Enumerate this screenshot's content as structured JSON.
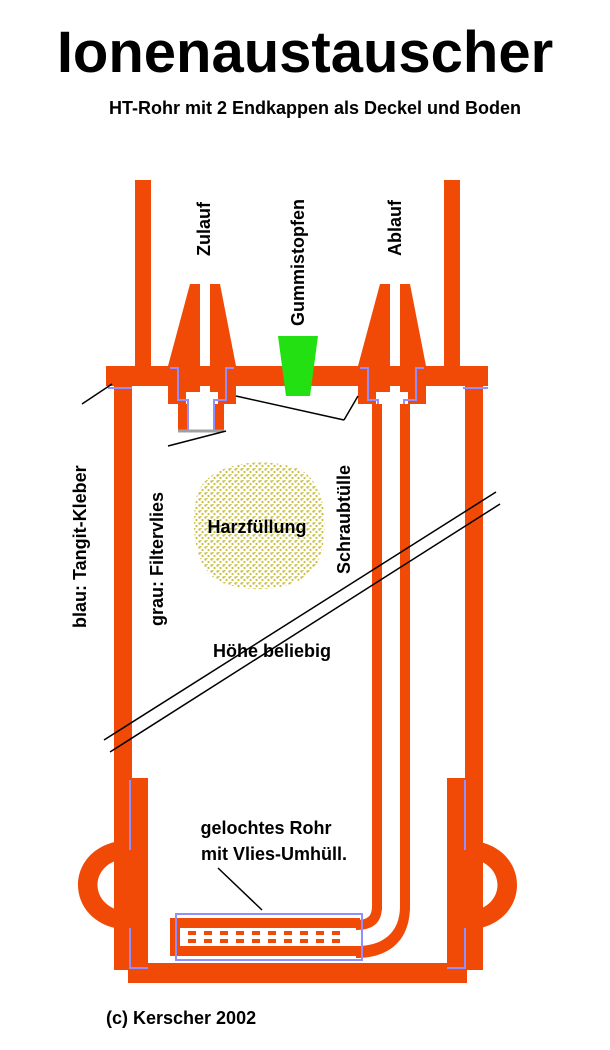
{
  "title": "Ionenaustauscher",
  "subtitle": "HT-Rohr mit 2 Endkappen als Deckel und Boden",
  "labels": {
    "zulauf": "Zulauf",
    "gummistopfen": "Gummistopfen",
    "ablauf": "Ablauf",
    "tangit": "blau: Tangit-Kleber",
    "filtervlies": "grau: Filtervlies",
    "schraubtuelle": "Schraubtülle",
    "harzfuellung": "Harzfüllung",
    "hoehe": "Höhe beliebig",
    "rohr_line1": "gelochtes Rohr",
    "rohr_line2": "mit Vlies-Umhüll.",
    "copyright": "(c) Kerscher 2002"
  },
  "colors": {
    "pipe": "#f04a06",
    "glue": "#8f8fff",
    "fleece": "#a0a0a0",
    "stopper": "#22e011",
    "resin": "#c8bf3e",
    "text": "#000000",
    "background": "#ffffff"
  }
}
